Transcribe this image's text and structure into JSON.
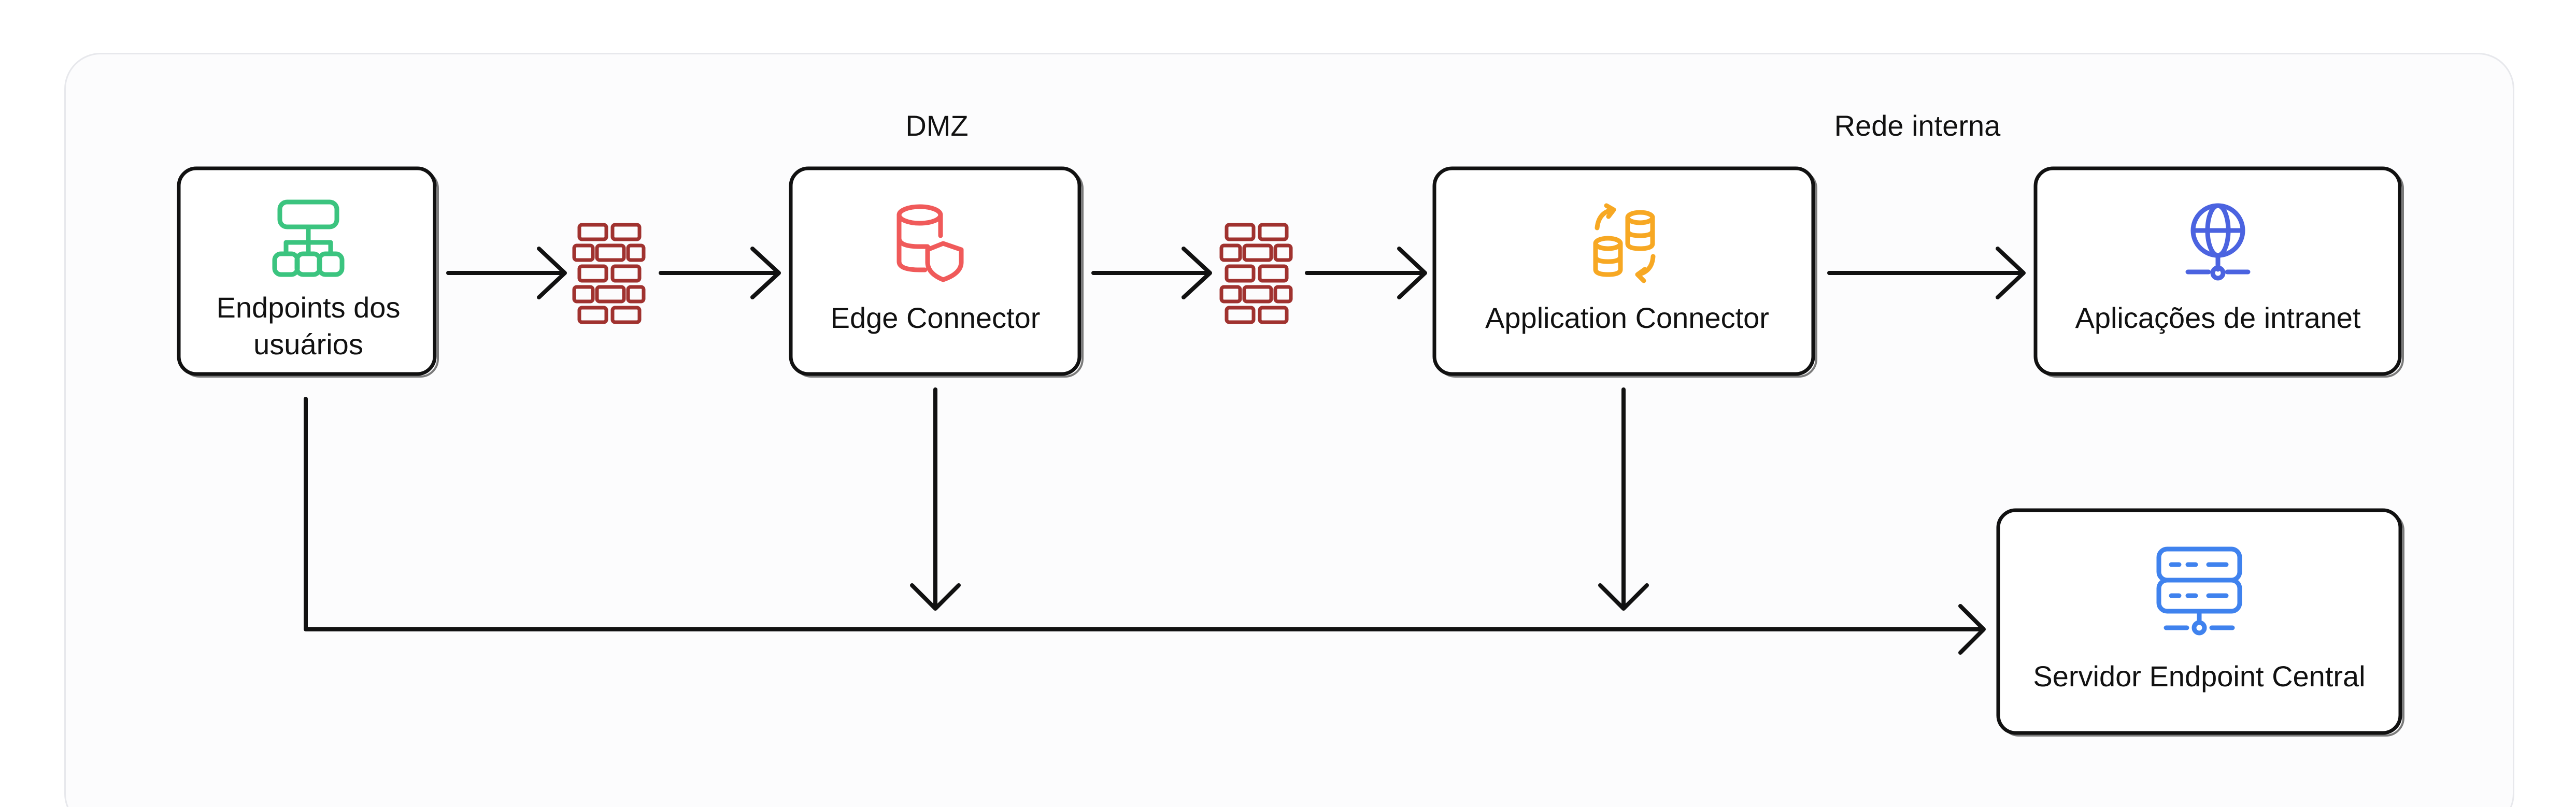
{
  "zones": {
    "dmz": "DMZ",
    "internal_network": "Rede interna"
  },
  "nodes": {
    "user_endpoints": {
      "label_line1": "Endpoints dos",
      "label_line2": "usuários",
      "icon": "network-hierarchy-icon",
      "icon_color": "#3bc47f"
    },
    "edge_connector": {
      "label": "Edge Connector",
      "icon": "database-shield-icon",
      "icon_color": "#f05a5a"
    },
    "application_connector": {
      "label": "Application Connector",
      "icon": "database-sync-icon",
      "icon_color": "#f7a823"
    },
    "intranet_apps": {
      "label": "Aplicações de intranet",
      "icon": "globe-network-icon",
      "icon_color": "#4b63e0"
    },
    "central_server": {
      "label": "Servidor Endpoint Central",
      "icon": "server-icon",
      "icon_color": "#3f82ee"
    }
  },
  "firewall": {
    "icon": "firewall-icon",
    "color": "#a0322f"
  },
  "connections": [
    {
      "from": "user_endpoints",
      "to": "firewall-1"
    },
    {
      "from": "firewall-1",
      "to": "edge_connector"
    },
    {
      "from": "edge_connector",
      "to": "firewall-2"
    },
    {
      "from": "firewall-2",
      "to": "application_connector"
    },
    {
      "from": "application_connector",
      "to": "intranet_apps"
    },
    {
      "from": "edge_connector",
      "to": "central_server"
    },
    {
      "from": "application_connector",
      "to": "central_server"
    },
    {
      "from": "user_endpoints",
      "to": "central_server"
    }
  ]
}
